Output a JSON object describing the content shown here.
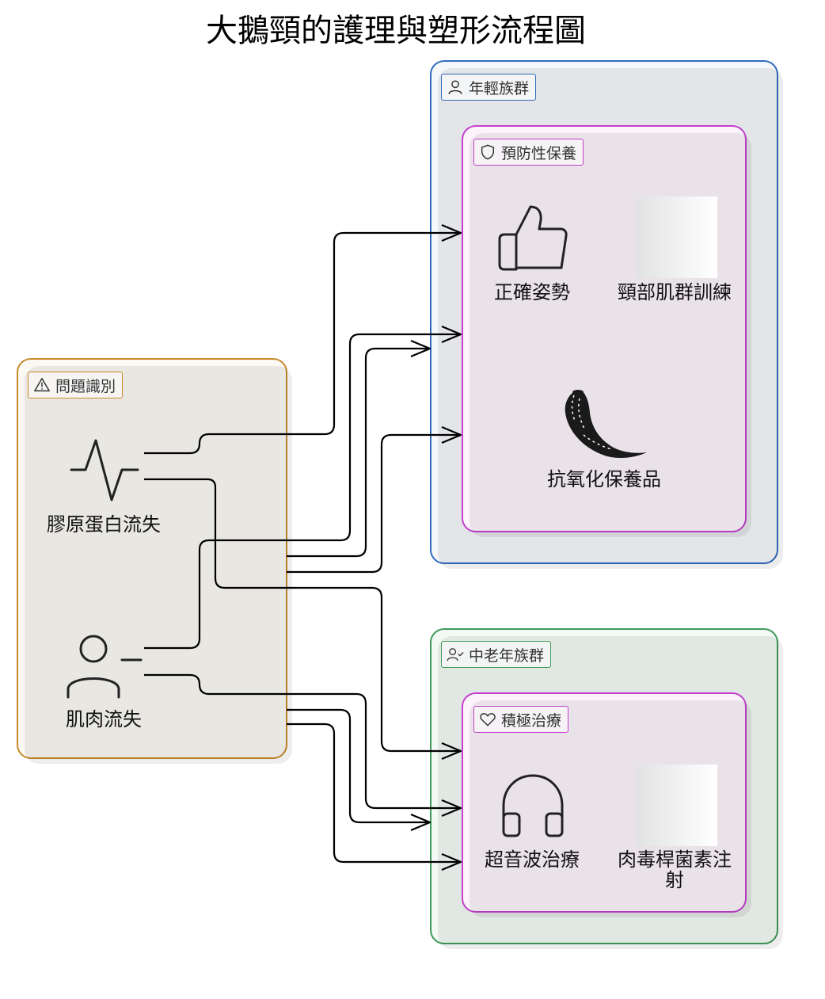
{
  "title": "大鵝頸的護理與塑形流程圖",
  "colors": {
    "problem_border": "#c8892a",
    "problem_fill": "#fbf9f3",
    "young_border": "#2f6bbd",
    "young_fill": "#f5f7fa",
    "elder_border": "#3d9a57",
    "elder_fill": "#f3f9f5",
    "sub_border": "#c43fcc",
    "sub_fill": "#fbf4fb",
    "edge": "#000000"
  },
  "groups": {
    "problem": {
      "tag": "問題識別",
      "tag_icon": "alert-triangle-icon",
      "nodes": [
        {
          "label": "膠原蛋白流失",
          "icon": "pulse-icon"
        },
        {
          "label": "肌肉流失",
          "icon": "user-minus-icon"
        }
      ]
    },
    "young": {
      "tag": "年輕族群",
      "tag_icon": "user-icon",
      "sub": {
        "tag": "預防性保養",
        "tag_icon": "shield-icon",
        "nodes": [
          {
            "label": "正確姿勢",
            "icon": "thumbs-up-icon"
          },
          {
            "label": "頸部肌群訓練",
            "icon": "placeholder-image"
          },
          {
            "label": "抗氧化保養品",
            "icon": "horn-icon"
          }
        ]
      }
    },
    "elder": {
      "tag": "中老年族群",
      "tag_icon": "user-check-icon",
      "sub": {
        "tag": "積極治療",
        "tag_icon": "heart-icon",
        "nodes": [
          {
            "label": "超音波治療",
            "icon": "headphones-icon"
          },
          {
            "label": "肉毒桿菌素注射",
            "icon": "placeholder-image"
          }
        ]
      }
    }
  }
}
